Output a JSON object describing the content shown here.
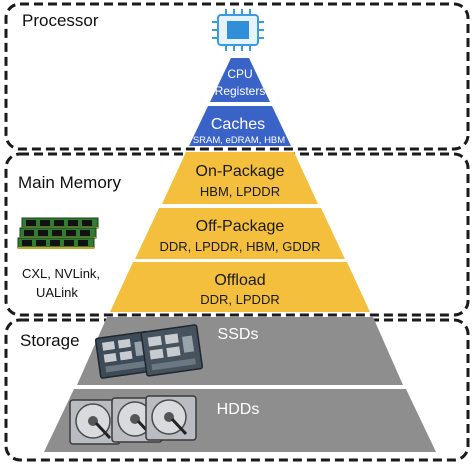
{
  "regions": {
    "processor": {
      "title": "Processor"
    },
    "main_memory": {
      "title": "Main Memory",
      "interconnects_line1": "CXL, NVLink,",
      "interconnects_line2": "UALink"
    },
    "storage": {
      "title": "Storage"
    }
  },
  "tiers": {
    "cpu": {
      "line1": "CPU",
      "line2": "Registers"
    },
    "caches": {
      "title": "Caches",
      "subtitle": "SRAM, eDRAM, HBM"
    },
    "on_package": {
      "title": "On-Package",
      "subtitle": "HBM, LPDDR"
    },
    "off_package": {
      "title": "Off-Package",
      "subtitle": "DDR, LPDDR, HBM, GDDR"
    },
    "offload": {
      "title": "Offload",
      "subtitle": "DDR, LPDDR"
    },
    "ssds": {
      "title": "SSDs"
    },
    "hdds": {
      "title": "HDDs"
    }
  },
  "icons": {
    "processor": "cpu-chip-icon",
    "memory": "memory-modules-icon",
    "ssd": "ssd-drives-icon",
    "hdd": "hard-disk-drives-icon"
  },
  "colors": {
    "processor_tier": "#3a63c8",
    "memory_tier": "#f3bf3c",
    "storage_tier": "#8e8e8e",
    "region_border": "#1a1a1a"
  }
}
